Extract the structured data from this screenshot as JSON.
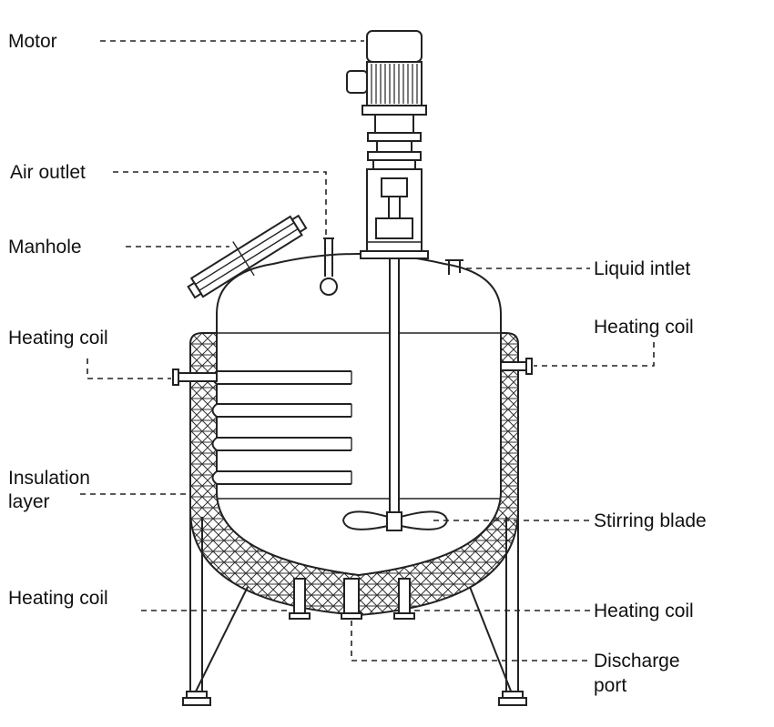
{
  "labels": {
    "motor": "Motor",
    "air_outlet": "Air outlet",
    "manhole": "Manhole",
    "heating_coil_left_top": "Heating coil",
    "insulation_layer_line1": "Insulation",
    "insulation_layer_line2": "layer",
    "heating_coil_left_bottom": "Heating coil",
    "liquid_inlet": "Liquid intlet",
    "heating_coil_right_top": "Heating coil",
    "stirring_blade": "Stirring blade",
    "heating_coil_right_bottom": "Heating coil",
    "discharge_port_line1": "Discharge",
    "discharge_port_line2": "port"
  }
}
